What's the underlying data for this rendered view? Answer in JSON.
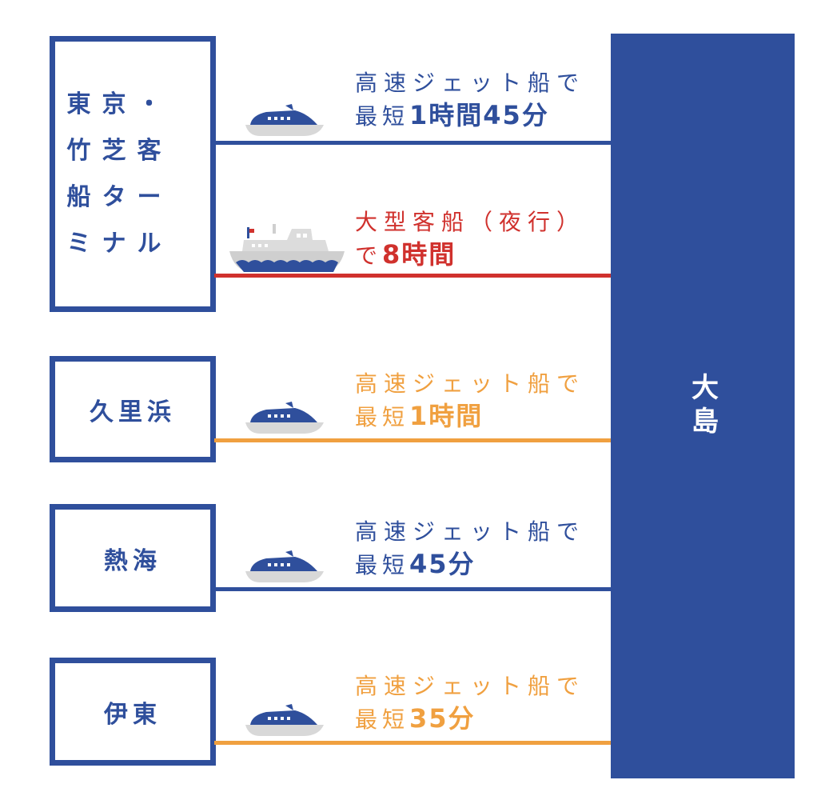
{
  "origins": {
    "tokyo": "東京・竹芝客船ターミナル",
    "kurihama": "久里浜",
    "atami": "熱海",
    "ito": "伊東"
  },
  "destination": "大島",
  "routes": [
    {
      "id": "tokyo-jet",
      "line1": "高速ジェット船で",
      "prefix": "最短",
      "emphasis": "1時間45分",
      "suffix": "",
      "color": "#2f4f9c",
      "vessel": "jetfoil-icon"
    },
    {
      "id": "tokyo-ferry",
      "line1": "大型客船（夜行）",
      "prefix": "で",
      "emphasis": "8時間",
      "suffix": "",
      "color": "#d0312d",
      "vessel": "large-ferry-icon"
    },
    {
      "id": "kurihama-jet",
      "line1": "高速ジェット船で",
      "prefix": "最短",
      "emphasis": "1時間",
      "suffix": "",
      "color": "#f0a040",
      "vessel": "jetfoil-icon"
    },
    {
      "id": "atami-jet",
      "line1": "高速ジェット船で",
      "prefix": "最短",
      "emphasis": "45分",
      "suffix": "",
      "color": "#2f4f9c",
      "vessel": "jetfoil-icon"
    },
    {
      "id": "ito-jet",
      "line1": "高速ジェット船で",
      "prefix": "最短",
      "emphasis": "35分",
      "suffix": "",
      "color": "#f0a040",
      "vessel": "jetfoil-icon"
    }
  ]
}
